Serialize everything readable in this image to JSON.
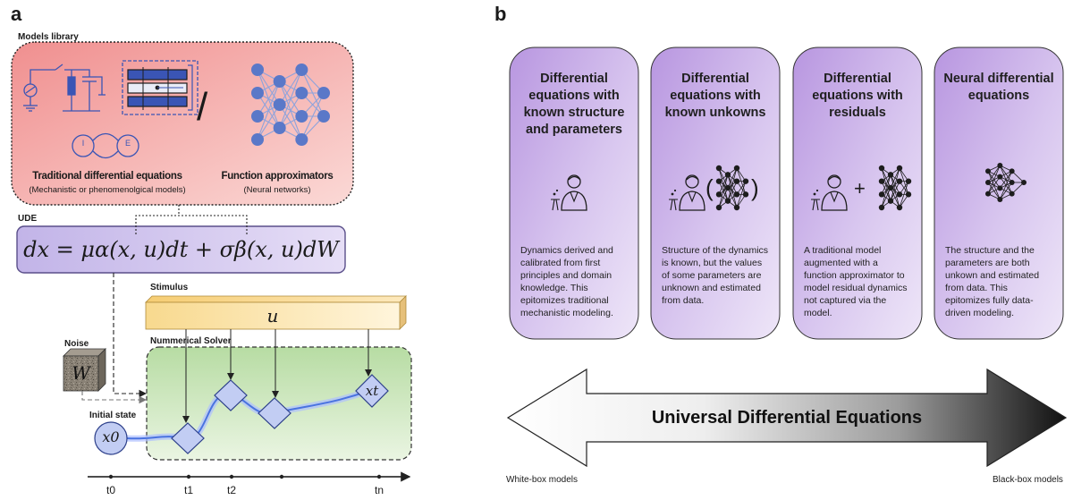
{
  "panel_a": {
    "letter": "a",
    "models_library_label": "Models library",
    "traditional_title": "Traditional differential equations",
    "traditional_subtitle": "(Mechanistic or phenomenolgical models)",
    "function_title": "Function approximators",
    "function_subtitle": "(Neural networks)",
    "slash": "/",
    "ie_left": "I",
    "ie_right": "E",
    "ude_label": "UDE",
    "equation": "dx = μα(x, u)dt + σβ(x, u)dW",
    "stimulus_label": "Stimulus",
    "stimulus_symbol": "u",
    "noise_label": "Noise",
    "noise_symbol": "W",
    "solver_label": "Nummerical Solver",
    "initial_label": "Initial state",
    "x0": "x0",
    "xt": "xt",
    "timeline": [
      "t0",
      "t1",
      "t2",
      "tn"
    ]
  },
  "panel_b": {
    "letter": "b",
    "cards": [
      {
        "title": "Differential equations with known structure and parameters",
        "desc": "Dynamics derived and calibrated from first principles and domain knowledge. This epitomizes traditional mechanistic modeling."
      },
      {
        "title": "Differential equations with known unkowns",
        "desc": "Structure of the dynamics is known, but the values of some parameters are unknown and estimated from data."
      },
      {
        "title": "Differential equations with residuals",
        "desc": "A traditional model augmented with a function approximator to model residual dynamics not captured via the model."
      },
      {
        "title": "Neural differential equations",
        "desc": "The structure and the parameters are both unkown and estimated from data. This epitomizes fully data-driven modeling."
      }
    ],
    "arrow_label": "Universal Differential Equations",
    "left_end": "White-box models",
    "right_end": "Black-box models",
    "paren_open": "(",
    "paren_close": ")",
    "plus": "+"
  },
  "colors": {
    "library_fill": "#f2a9a9",
    "ude_fill": "#cdc3ea",
    "card_fill": "#c9b3e6",
    "solver_fill": "#cfe8bf",
    "stimulus_fill": "#fbe2a6",
    "node_fill": "#b9c7f2",
    "network_node": "#5a78c8"
  }
}
